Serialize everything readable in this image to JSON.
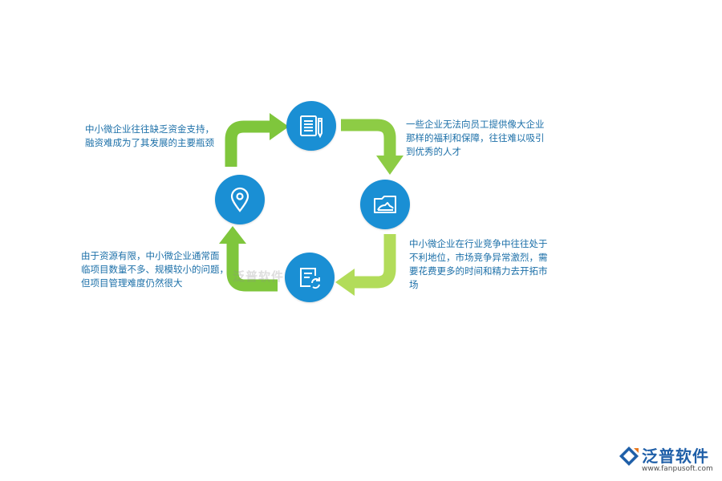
{
  "colors": {
    "circle": "#1a8fd4",
    "arrow": "#7fc63c",
    "text": "#1b6fa8"
  },
  "nodes": [
    {
      "icon": "document-pencil-icon",
      "text_lines": [
        "一些企业无法向员工提供像大企业",
        "那样的福利和保障，往往难以吸引",
        "到优秀的人才"
      ]
    },
    {
      "icon": "folder-icon",
      "text_lines": [
        "中小微企业在行业竞争中往往处于",
        "不利地位，市场竞争异常激烈，需",
        "要花费更多的时间和精力去开拓市",
        "场"
      ]
    },
    {
      "icon": "document-refresh-icon",
      "text_lines": [
        "由于资源有限，中小微企业通常面",
        "临项目数量不多、规模较小的问题，",
        "但项目管理难度仍然很大"
      ]
    },
    {
      "icon": "location-pin-icon",
      "text_lines": [
        "中小微企业往往缺乏资金支持，",
        "融资难成为了其发展的主要瓶颈"
      ]
    }
  ],
  "watermark": "泛普软件",
  "logo": {
    "name": "泛普软件",
    "url": "www.fanpusoft.com"
  }
}
